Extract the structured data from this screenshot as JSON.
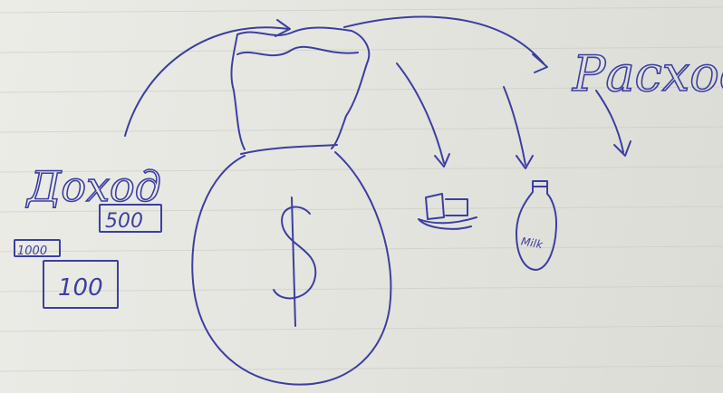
{
  "labels": {
    "income": "Доход",
    "expenses": "Расход"
  },
  "banknotes": [
    {
      "value": "1000"
    },
    {
      "value": "500"
    },
    {
      "value": "100"
    }
  ],
  "money_bag": {
    "symbol": "$"
  },
  "expense_items": [
    {
      "label": ""
    },
    {
      "label": "Milk"
    }
  ],
  "colors": {
    "ink": "#3b3fa0",
    "paper": "#e9e9e4",
    "ruled_line": "#c6c6c0"
  }
}
